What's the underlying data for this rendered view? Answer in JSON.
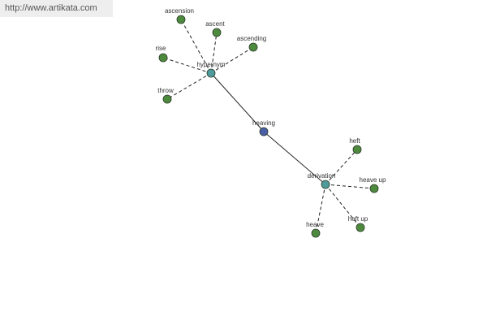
{
  "source_link": {
    "text": "http://www.artikata.com"
  },
  "colors": {
    "root": "#4b5fa8",
    "relation": "#4f9a9a",
    "term": "#4d8a3d",
    "node_border": "#2b3a2b",
    "edge": "#222222",
    "background": "#ffffff"
  },
  "graph": {
    "nodes": [
      {
        "id": "heaving",
        "label": "heaving",
        "kind": "root"
      },
      {
        "id": "hypernym",
        "label": "hypernym",
        "kind": "relation"
      },
      {
        "id": "derivation",
        "label": "derivation",
        "kind": "relation"
      },
      {
        "id": "ascension",
        "label": "ascension",
        "kind": "term"
      },
      {
        "id": "ascent",
        "label": "ascent",
        "kind": "term"
      },
      {
        "id": "ascending",
        "label": "ascending",
        "kind": "term"
      },
      {
        "id": "rise",
        "label": "rise",
        "kind": "term"
      },
      {
        "id": "throw",
        "label": "throw",
        "kind": "term"
      },
      {
        "id": "heft",
        "label": "heft",
        "kind": "term"
      },
      {
        "id": "heave-up",
        "label": "heave up",
        "kind": "term"
      },
      {
        "id": "heft-up",
        "label": "heft up",
        "kind": "term"
      },
      {
        "id": "heave",
        "label": "heave",
        "kind": "term"
      }
    ],
    "edges": [
      {
        "from": "heaving",
        "to": "hypernym",
        "style": "solid"
      },
      {
        "from": "heaving",
        "to": "derivation",
        "style": "solid"
      },
      {
        "from": "hypernym",
        "to": "ascension",
        "style": "dashed"
      },
      {
        "from": "hypernym",
        "to": "ascent",
        "style": "dashed"
      },
      {
        "from": "hypernym",
        "to": "ascending",
        "style": "dashed"
      },
      {
        "from": "hypernym",
        "to": "rise",
        "style": "dashed"
      },
      {
        "from": "hypernym",
        "to": "throw",
        "style": "dashed"
      },
      {
        "from": "derivation",
        "to": "heft",
        "style": "dashed"
      },
      {
        "from": "derivation",
        "to": "heave-up",
        "style": "dashed"
      },
      {
        "from": "derivation",
        "to": "heft-up",
        "style": "dashed"
      },
      {
        "from": "derivation",
        "to": "heave",
        "style": "dashed"
      }
    ]
  }
}
